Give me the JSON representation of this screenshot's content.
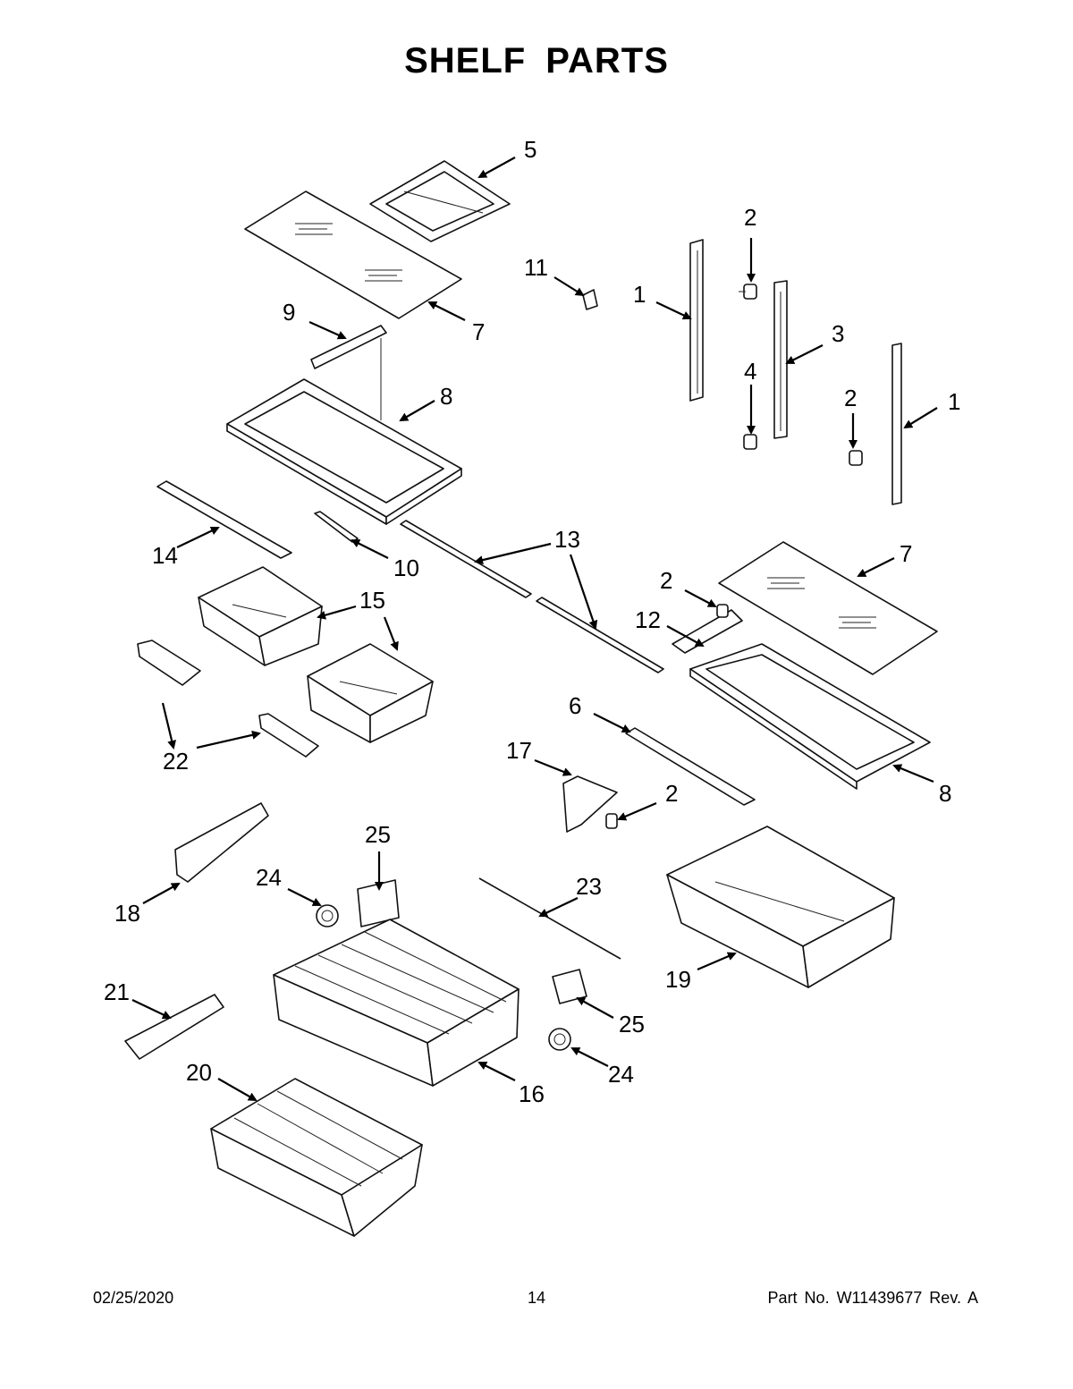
{
  "page": {
    "title": "SHELF PARTS",
    "footer": {
      "date": "02/25/2020",
      "page_number": "14",
      "part_number": "Part No.  W11439677  Rev.  A"
    }
  },
  "callouts": [
    {
      "id": "c-5",
      "label": "5"
    },
    {
      "id": "c-2a",
      "label": "2"
    },
    {
      "id": "c-11",
      "label": "11"
    },
    {
      "id": "c-1a",
      "label": "1"
    },
    {
      "id": "c-9",
      "label": "9"
    },
    {
      "id": "c-7a",
      "label": "7"
    },
    {
      "id": "c-3",
      "label": "3"
    },
    {
      "id": "c-4",
      "label": "4"
    },
    {
      "id": "c-8a",
      "label": "8"
    },
    {
      "id": "c-2b",
      "label": "2"
    },
    {
      "id": "c-1b",
      "label": "1"
    },
    {
      "id": "c-13",
      "label": "13"
    },
    {
      "id": "c-14",
      "label": "14"
    },
    {
      "id": "c-10",
      "label": "10"
    },
    {
      "id": "c-7b",
      "label": "7"
    },
    {
      "id": "c-15",
      "label": "15"
    },
    {
      "id": "c-2c",
      "label": "2"
    },
    {
      "id": "c-12",
      "label": "12"
    },
    {
      "id": "c-6",
      "label": "6"
    },
    {
      "id": "c-22",
      "label": "22"
    },
    {
      "id": "c-17",
      "label": "17"
    },
    {
      "id": "c-2d",
      "label": "2"
    },
    {
      "id": "c-8b",
      "label": "8"
    },
    {
      "id": "c-25a",
      "label": "25"
    },
    {
      "id": "c-24a",
      "label": "24"
    },
    {
      "id": "c-23",
      "label": "23"
    },
    {
      "id": "c-18",
      "label": "18"
    },
    {
      "id": "c-19",
      "label": "19"
    },
    {
      "id": "c-21",
      "label": "21"
    },
    {
      "id": "c-25b",
      "label": "25"
    },
    {
      "id": "c-20",
      "label": "20"
    },
    {
      "id": "c-24b",
      "label": "24"
    },
    {
      "id": "c-16",
      "label": "16"
    }
  ]
}
